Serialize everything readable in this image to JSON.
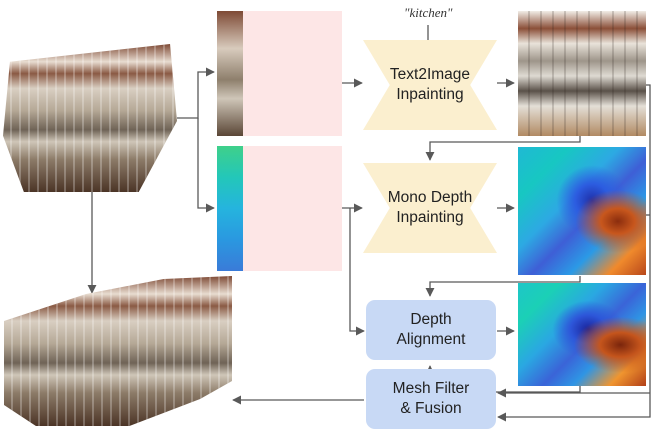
{
  "prompt": "\"kitchen\"",
  "boxes": {
    "text2image": "Text2Image\nInpainting",
    "mono_depth": "Mono Depth\nInpainting",
    "depth_alignment": "Depth\nAlignment",
    "mesh_filter": "Mesh Filter\n& Fusion"
  },
  "colors": {
    "inpaint_box": "#fbefcf",
    "module_box": "#c8d9f5",
    "mask_region": "#fde6e6",
    "arrow": "#595959"
  },
  "images": {
    "input_view": "kitchen-warped-input",
    "masked_rgb": "masked-rgb-view",
    "inpainted_rgb": "inpainted-kitchen-rgb",
    "masked_depth": "masked-depth-view",
    "inpainted_depth": "inpainted-depth-map",
    "aligned_depth": "aligned-depth-map",
    "output_mesh": "fused-kitchen-mesh"
  }
}
